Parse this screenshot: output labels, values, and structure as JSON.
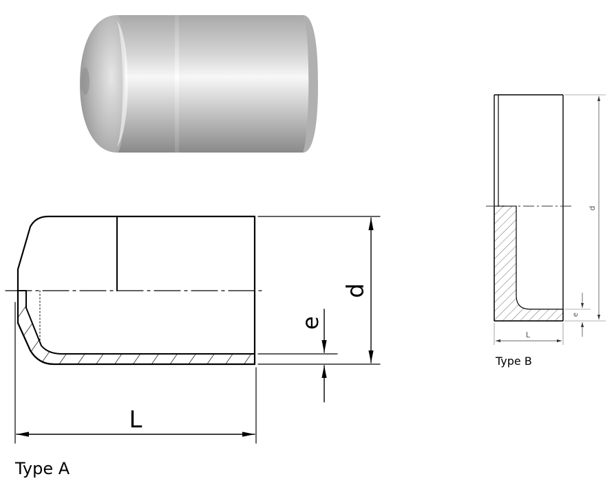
{
  "type_a": {
    "caption": "Type A",
    "dim_length": "L",
    "dim_diameter": "d",
    "dim_wall": "e"
  },
  "type_b": {
    "caption": "Type B",
    "dim_length": "L",
    "dim_diameter": "d",
    "dim_wall": "e"
  },
  "colors": {
    "line": "#000000",
    "thin_line": "#555555",
    "render_light": "#f2f2f2",
    "render_dark": "#8c8c8c"
  }
}
